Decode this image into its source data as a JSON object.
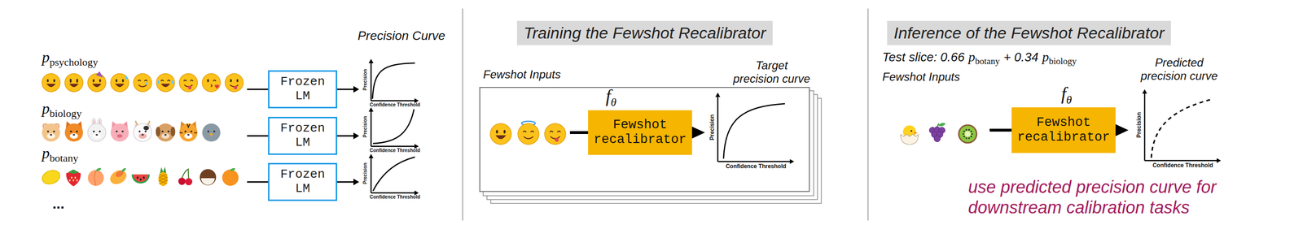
{
  "diagram": {
    "nodes": [
      {
        "text": [
          "Frozen LM"
        ]
      },
      {
        "text": [
          "Frozen LM"
        ]
      },
      {
        "text": [
          "Frozen LM"
        ]
      },
      {
        "text": [
          "Training the Fewshot Recalibrator"
        ]
      },
      {
        "text": [
          "Fewshot Inputs"
        ]
      },
      {
        "text": [
          "Fewshot recalibrator"
        ],
        "in": 4
      },
      {
        "text": [
          "Inference of the Fewshot Recalibrator"
        ]
      },
      {
        "text": [
          "Fewshot recalibrator"
        ]
      }
    ],
    "labels": [
      "Precision Curve",
      "p",
      "psychology",
      "p",
      "biology",
      "p",
      "botany",
      "...",
      "Precision",
      "Confidence Threshold",
      "Precision",
      "Confidence Threshold",
      "Precision",
      "Confidence Threshold",
      "f",
      "θ",
      "Target precision curve",
      "Precision",
      "Confidence Threshold",
      "Test slice: 0.66",
      "p",
      "botany",
      "+ 0.34",
      "p",
      "biology",
      "Fewshot Inputs",
      "Predicted precision curve",
      "f",
      "θ",
      "Precision",
      "Confidence Threshold",
      "use predicted precision curve for downstream calibration tasks"
    ]
  }
}
